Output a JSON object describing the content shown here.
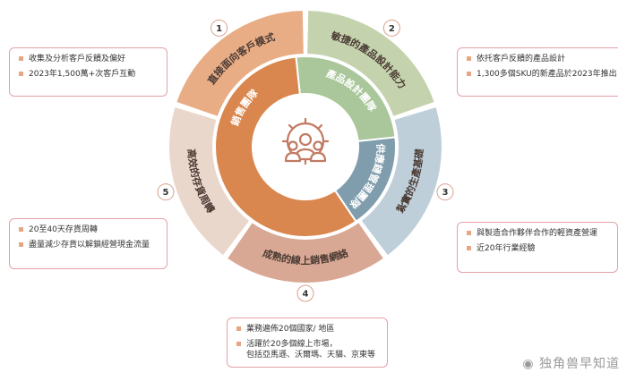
{
  "diagram": {
    "inner_ring": [
      {
        "label": "產品設計團隊",
        "color": "#a9c79a"
      },
      {
        "label": "供應鏈管理團隊",
        "color": "#7f9dad"
      },
      {
        "label": "銷售團隊",
        "color": "#d9874e"
      }
    ],
    "outer_ring": [
      {
        "number": "1",
        "label": "直接面向客戶模式",
        "color": "#e9ad86"
      },
      {
        "number": "2",
        "label": "敏捷的產品設計能力",
        "color": "#c4d3ae"
      },
      {
        "number": "3",
        "label": "紮實的生產基礎",
        "color": "#bfcfda"
      },
      {
        "number": "4",
        "label": "成熟的線上銷售網絡",
        "color": "#d8a894"
      },
      {
        "number": "5",
        "label": "高效的存貨周轉",
        "color": "#ead7cb"
      }
    ],
    "center_icon": "team-gear-icon"
  },
  "boxes": [
    {
      "id": "1",
      "items": [
        "收集及分析客戶反饋及偏好",
        "2023年1,500萬+次客戶互動"
      ]
    },
    {
      "id": "2",
      "items": [
        "依托客戶反饋的產品設計",
        "1,300多個SKU的新產品於2023年推出"
      ]
    },
    {
      "id": "3",
      "items": [
        "與製造合作夥伴合作的輕資產營運",
        "近20年行業經驗"
      ]
    },
    {
      "id": "4",
      "items": [
        "業務遍佈20個國家/ 地區",
        "活躍於20多個線上市場，\n包括亞馬遜、沃爾瑪、天貓、京東等"
      ]
    },
    {
      "id": "5",
      "items": [
        "20至40天存貨周轉",
        "盡量減少存貨以解鎖經營現金流量"
      ]
    }
  ],
  "watermark": "独角兽早知道"
}
